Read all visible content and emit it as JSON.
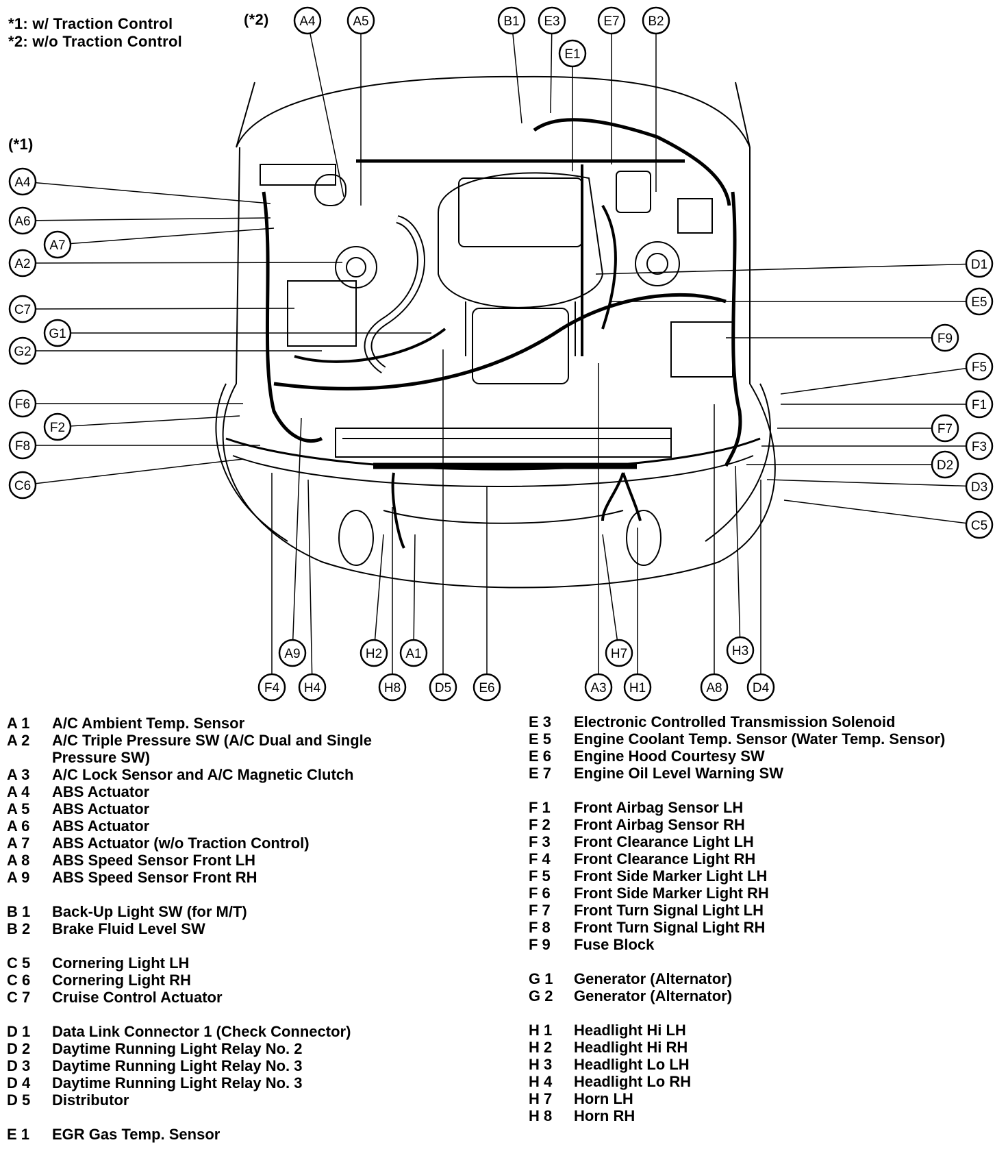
{
  "notes": {
    "note1": "*1: w/ Traction Control",
    "note2": "*2: w/o Traction Control",
    "mark1": "(*1)",
    "mark2": "(*2)"
  },
  "callouts": [
    {
      "id": "A4",
      "label": "A4"
    },
    {
      "id": "A5",
      "label": "A5"
    },
    {
      "id": "B1",
      "label": "B1"
    },
    {
      "id": "E3",
      "label": "E3"
    },
    {
      "id": "E7",
      "label": "E7"
    },
    {
      "id": "B2",
      "label": "B2"
    },
    {
      "id": "E1",
      "label": "E1"
    },
    {
      "id": "A4b",
      "label": "A4"
    },
    {
      "id": "A6",
      "label": "A6"
    },
    {
      "id": "A7",
      "label": "A7"
    },
    {
      "id": "A2",
      "label": "A2"
    },
    {
      "id": "C7",
      "label": "C7"
    },
    {
      "id": "G1",
      "label": "G1"
    },
    {
      "id": "G2",
      "label": "G2"
    },
    {
      "id": "F6",
      "label": "F6"
    },
    {
      "id": "F2",
      "label": "F2"
    },
    {
      "id": "F8",
      "label": "F8"
    },
    {
      "id": "C6",
      "label": "C6"
    },
    {
      "id": "D1",
      "label": "D1"
    },
    {
      "id": "E5",
      "label": "E5"
    },
    {
      "id": "F9",
      "label": "F9"
    },
    {
      "id": "F5",
      "label": "F5"
    },
    {
      "id": "F1",
      "label": "F1"
    },
    {
      "id": "F7",
      "label": "F7"
    },
    {
      "id": "F3",
      "label": "F3"
    },
    {
      "id": "D2",
      "label": "D2"
    },
    {
      "id": "D3",
      "label": "D3"
    },
    {
      "id": "C5",
      "label": "C5"
    },
    {
      "id": "A9",
      "label": "A9"
    },
    {
      "id": "H2",
      "label": "H2"
    },
    {
      "id": "A1",
      "label": "A1"
    },
    {
      "id": "H7",
      "label": "H7"
    },
    {
      "id": "H3",
      "label": "H3"
    },
    {
      "id": "F4",
      "label": "F4"
    },
    {
      "id": "H4",
      "label": "H4"
    },
    {
      "id": "H8",
      "label": "H8"
    },
    {
      "id": "D5",
      "label": "D5"
    },
    {
      "id": "E6",
      "label": "E6"
    },
    {
      "id": "A3",
      "label": "A3"
    },
    {
      "id": "H1",
      "label": "H1"
    },
    {
      "id": "A8",
      "label": "A8"
    },
    {
      "id": "D4",
      "label": "D4"
    }
  ],
  "legend_left": [
    [
      {
        "code": "A 1",
        "label": "A/C Ambient Temp. Sensor"
      },
      {
        "code": "A 2",
        "label": "A/C Triple Pressure SW (A/C Dual and Single Pressure SW)"
      },
      {
        "code": "A 3",
        "label": "A/C Lock Sensor and A/C Magnetic Clutch"
      },
      {
        "code": "A 4",
        "label": "ABS Actuator"
      },
      {
        "code": "A 5",
        "label": "ABS Actuator"
      },
      {
        "code": "A 6",
        "label": "ABS Actuator"
      },
      {
        "code": "A 7",
        "label": "ABS Actuator (w/o Traction Control)"
      },
      {
        "code": "A 8",
        "label": "ABS Speed Sensor Front LH"
      },
      {
        "code": "A 9",
        "label": "ABS Speed Sensor Front RH"
      }
    ],
    [
      {
        "code": "B 1",
        "label": "Back-Up Light SW (for M/T)"
      },
      {
        "code": "B 2",
        "label": "Brake Fluid Level SW"
      }
    ],
    [
      {
        "code": "C 5",
        "label": "Cornering Light LH"
      },
      {
        "code": "C 6",
        "label": "Cornering Light RH"
      },
      {
        "code": "C 7",
        "label": "Cruise Control Actuator"
      }
    ],
    [
      {
        "code": "D 1",
        "label": "Data Link Connector 1 (Check Connector)"
      },
      {
        "code": "D 2",
        "label": "Daytime Running Light Relay No. 2"
      },
      {
        "code": "D 3",
        "label": "Daytime Running Light Relay No. 3"
      },
      {
        "code": "D 4",
        "label": "Daytime Running Light Relay No. 3"
      },
      {
        "code": "D 5",
        "label": "Distributor"
      }
    ],
    [
      {
        "code": "E 1",
        "label": "EGR Gas Temp. Sensor"
      }
    ]
  ],
  "legend_right": [
    [
      {
        "code": "E 3",
        "label": "Electronic Controlled Transmission Solenoid"
      },
      {
        "code": "E 5",
        "label": "Engine Coolant Temp. Sensor (Water Temp. Sensor)"
      },
      {
        "code": "E 6",
        "label": "Engine Hood Courtesy SW"
      },
      {
        "code": "E 7",
        "label": "Engine Oil Level Warning SW"
      }
    ],
    [
      {
        "code": "F 1",
        "label": "Front Airbag Sensor LH"
      },
      {
        "code": "F 2",
        "label": "Front Airbag Sensor RH"
      },
      {
        "code": "F 3",
        "label": "Front Clearance Light LH"
      },
      {
        "code": "F 4",
        "label": "Front Clearance Light RH"
      },
      {
        "code": "F 5",
        "label": "Front Side Marker Light LH"
      },
      {
        "code": "F 6",
        "label": "Front Side Marker Light RH"
      },
      {
        "code": "F 7",
        "label": "Front Turn Signal Light LH"
      },
      {
        "code": "F 8",
        "label": "Front Turn Signal Light RH"
      },
      {
        "code": "F 9",
        "label": "Fuse Block"
      }
    ],
    [
      {
        "code": "G 1",
        "label": "Generator (Alternator)"
      },
      {
        "code": "G 2",
        "label": "Generator (Alternator)"
      }
    ],
    [
      {
        "code": "H 1",
        "label": "Headlight Hi LH"
      },
      {
        "code": "H 2",
        "label": "Headlight Hi RH"
      },
      {
        "code": "H 3",
        "label": "Headlight Lo LH"
      },
      {
        "code": "H 4",
        "label": "Headlight Lo RH"
      },
      {
        "code": "H 7",
        "label": "Horn LH"
      },
      {
        "code": "H 8",
        "label": "Horn RH"
      }
    ]
  ]
}
